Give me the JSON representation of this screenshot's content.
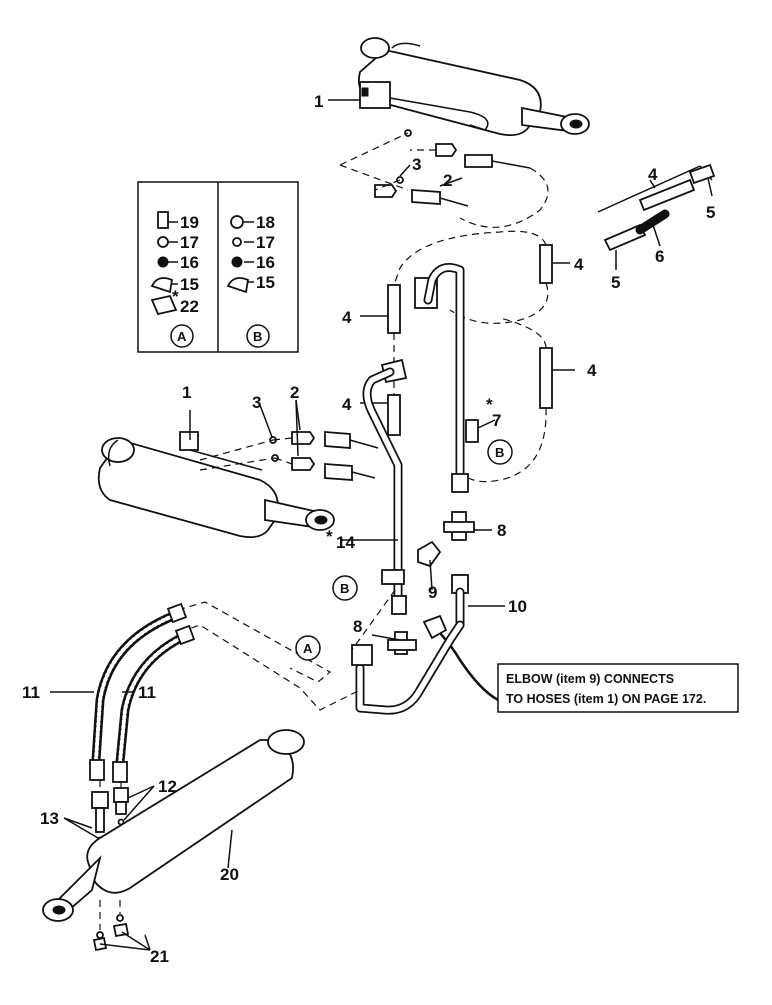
{
  "callouts": {
    "c1_top": "1",
    "c1_mid": "1",
    "c2_top": "2",
    "c2_mid": "2",
    "c3_top": "3",
    "c3_mid": "3",
    "c4_kit": "4",
    "c4_a": "4",
    "c4_b": "4",
    "c4_c": "4",
    "c4_d": "4",
    "c5_a": "5",
    "c5_b": "5",
    "c6": "6",
    "c7": "7",
    "c8_a": "8",
    "c8_b": "8",
    "c9": "9",
    "c10": "10",
    "c11_a": "11",
    "c11_b": "11",
    "c12": "12",
    "c13": "13",
    "c14": "14",
    "c20": "20",
    "c21": "21"
  },
  "inset": {
    "col_a_items": [
      "19",
      "17",
      "16",
      "15",
      "22"
    ],
    "col_b_items": [
      "18",
      "17",
      "16",
      "15"
    ],
    "label_a": "A",
    "label_b": "B"
  },
  "markers": {
    "b_upper": "B",
    "b_lower": "B",
    "a_lower": "A"
  },
  "asterisk": "*",
  "note": {
    "line1": "ELBOW (item 9) CONNECTS",
    "line2": "TO HOSES (item 1) ON PAGE  172."
  }
}
